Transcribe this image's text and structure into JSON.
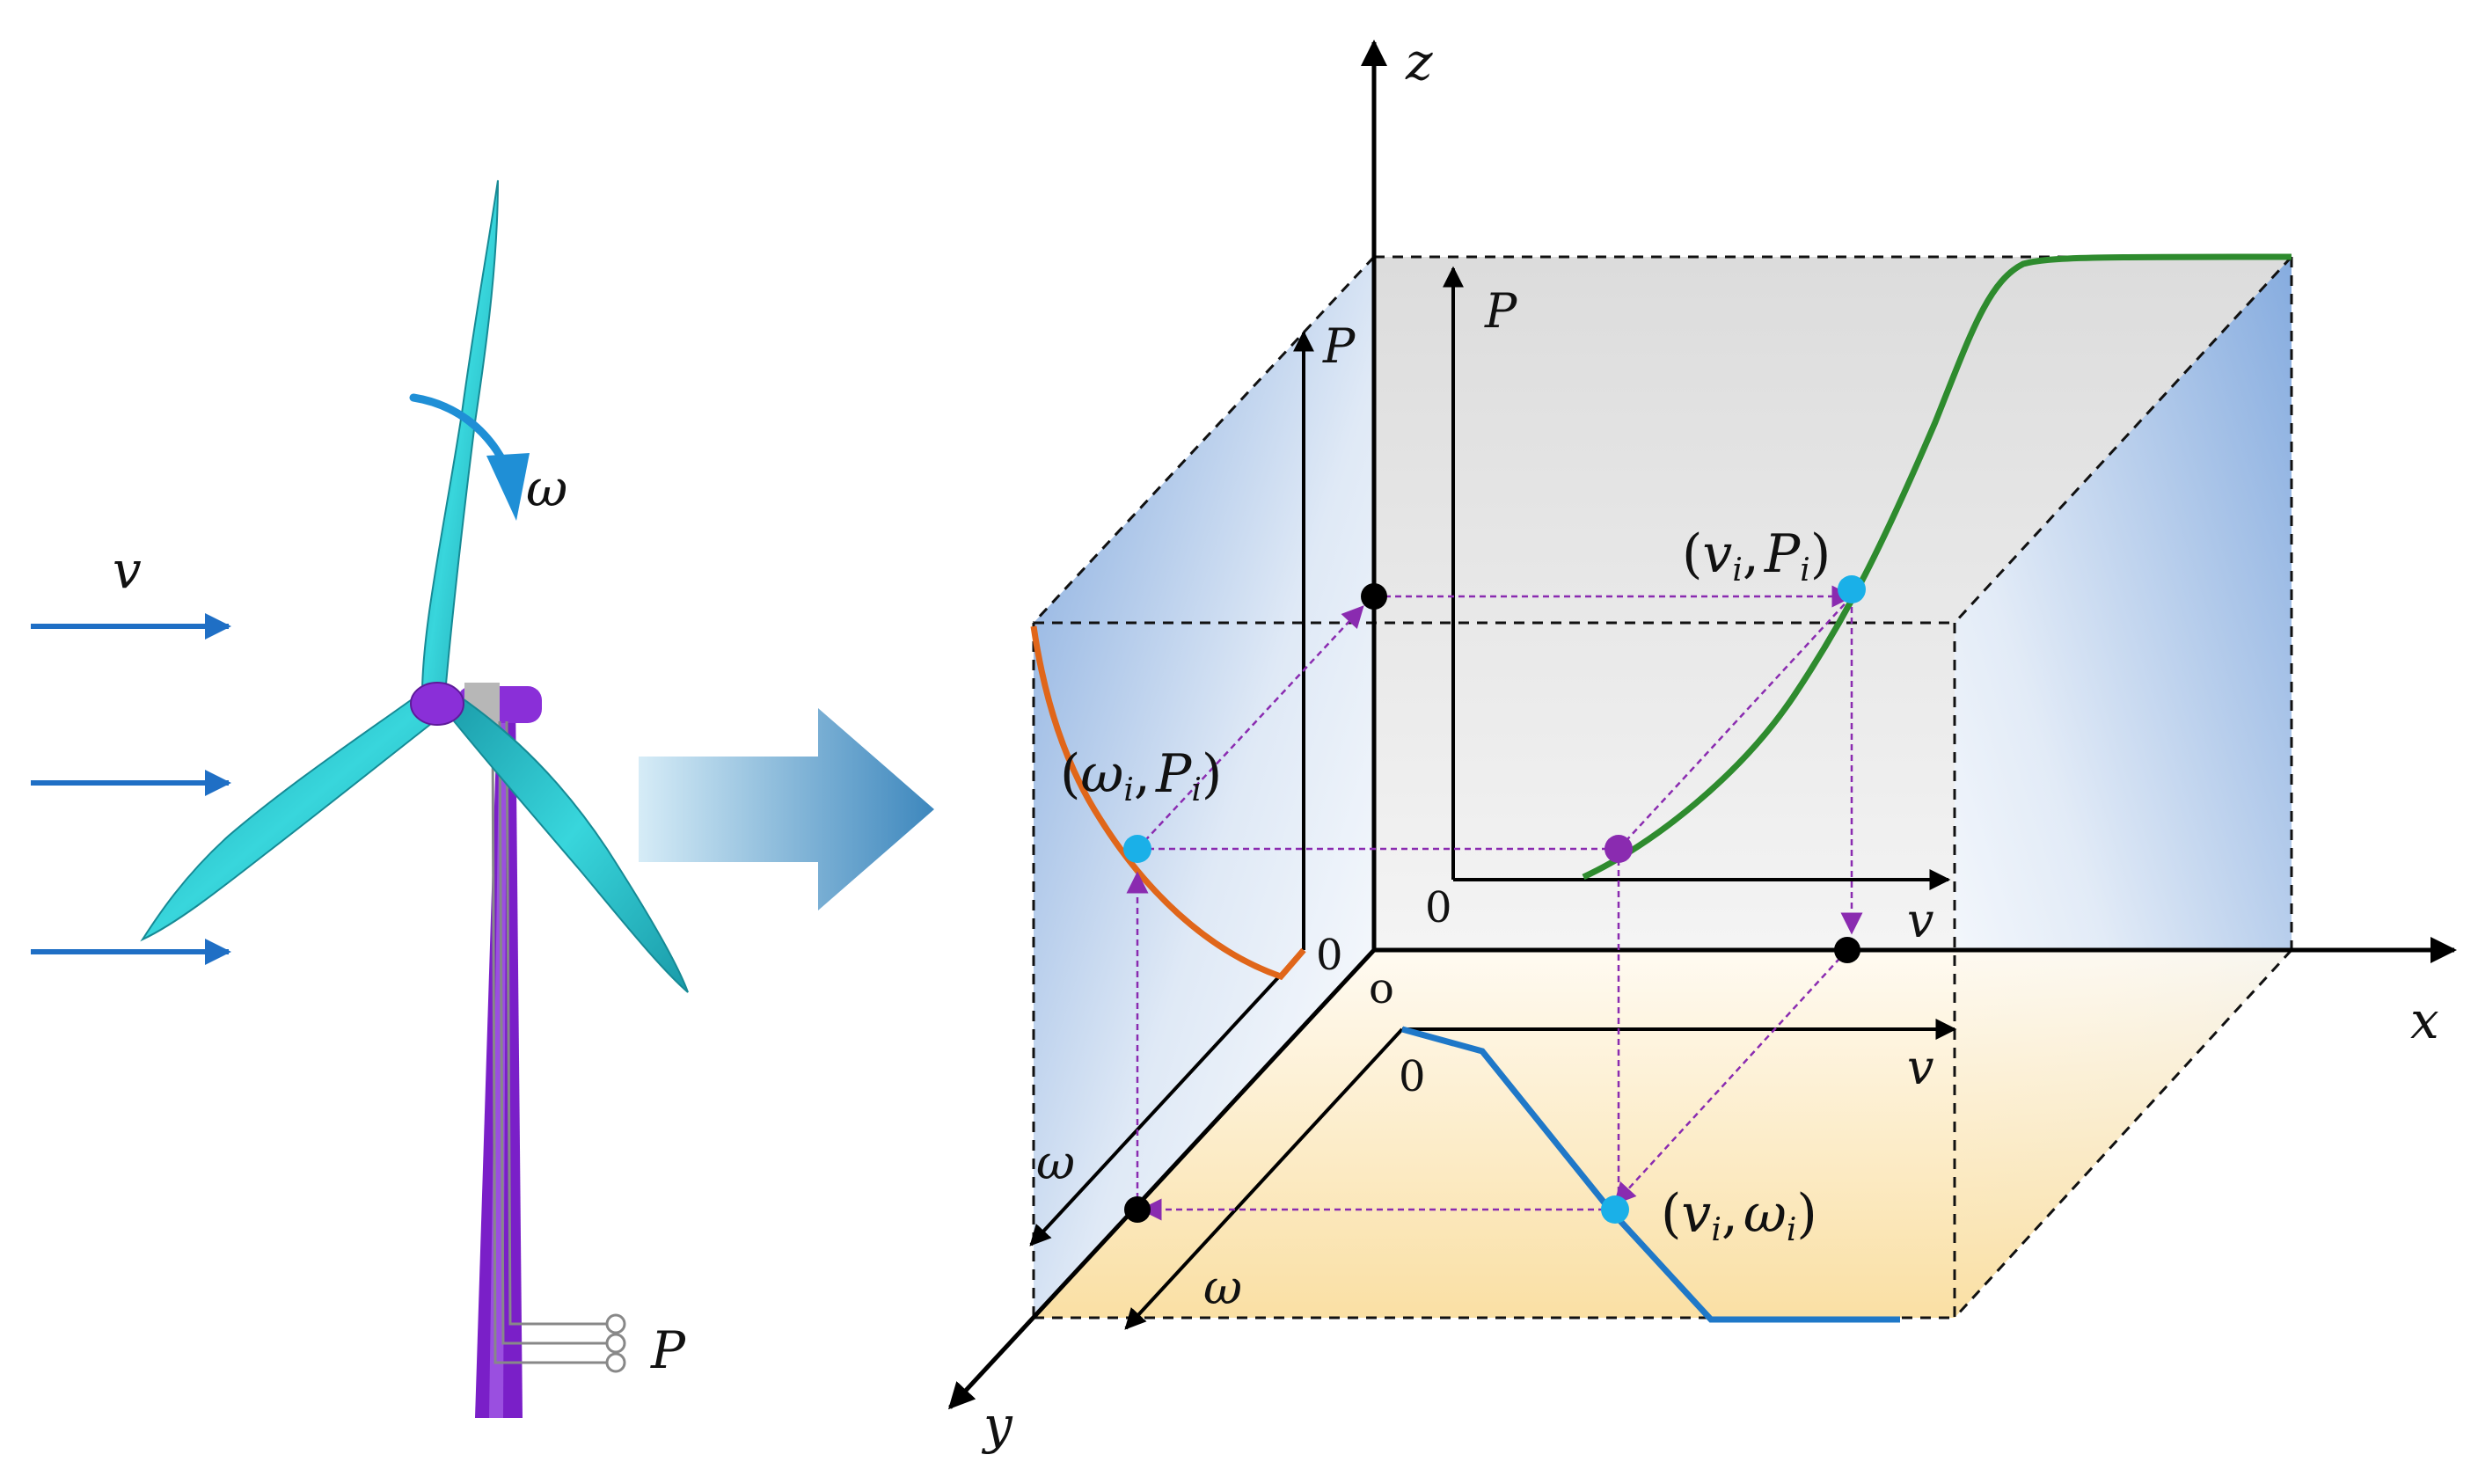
{
  "turbine": {
    "wind_label": "v",
    "rotation_label": "ω",
    "power_label": "P"
  },
  "axes": {
    "x": "x",
    "y": "y",
    "z": "z",
    "origin": "o"
  },
  "planes": {
    "back": {
      "vertical_axis": "P",
      "horizontal_axis": "v",
      "zero": "0"
    },
    "side": {
      "vertical_axis": "P",
      "horizontal_axis": "ω",
      "zero": "0"
    },
    "floor": {
      "first_axis": "v",
      "second_axis": "ω",
      "zero": "0"
    }
  },
  "points": {
    "v_p": {
      "open": "(",
      "a": "v",
      "sub_a": "i",
      "comma": ",",
      "b": "P",
      "sub_b": "i",
      "close": ")"
    },
    "omega_p": {
      "open": "(",
      "a": "ω",
      "sub_a": "i",
      "comma": ",",
      "b": "P",
      "sub_b": "i",
      "close": ")"
    },
    "v_omega": {
      "open": "(",
      "a": "v",
      "sub_a": "i",
      "comma": ",",
      "b": "ω",
      "sub_b": "i",
      "close": ")"
    }
  },
  "colors": {
    "wind_arrow": "#1f6fc5",
    "blade": "#2bc0c8",
    "tower": "#7a1fc8",
    "power_curve": "#2e8b2e",
    "omega_p_curve": "#e0661a",
    "v_omega_curve": "#1f78c8",
    "projection": "#8a2be2",
    "point_cyan": "#1ab0e8",
    "point_purple": "#8a2bb0"
  }
}
